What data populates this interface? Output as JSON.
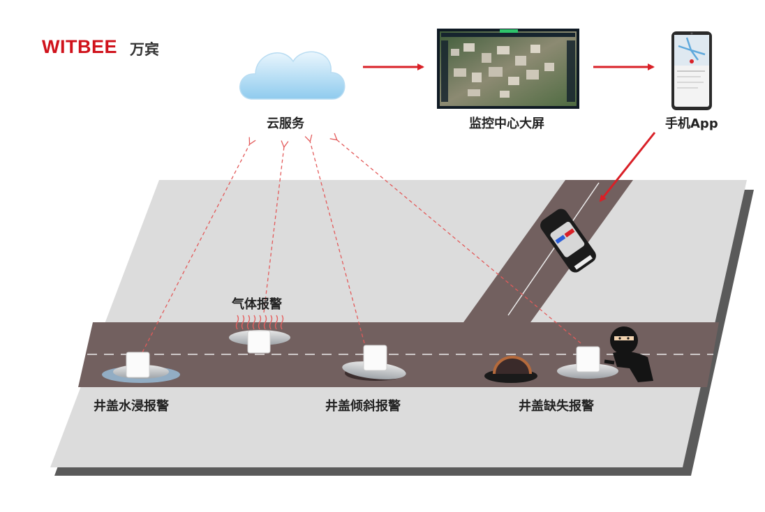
{
  "brand": {
    "name_en": "WITBEE",
    "name_cn": "万宾",
    "color": "#d0121b"
  },
  "nodes": {
    "cloud": "云服务",
    "monitor": "监控中心大屏",
    "phone": "手机App"
  },
  "alarms": {
    "gas": "气体报警",
    "flood": "井盖水浸报警",
    "tilt": "井盖倾斜报警",
    "missing": "井盖缺失报警"
  },
  "colors": {
    "arrow": "#d92027",
    "road": "#72605f",
    "ground": "#dcdcdc",
    "shadow": "#555555"
  }
}
